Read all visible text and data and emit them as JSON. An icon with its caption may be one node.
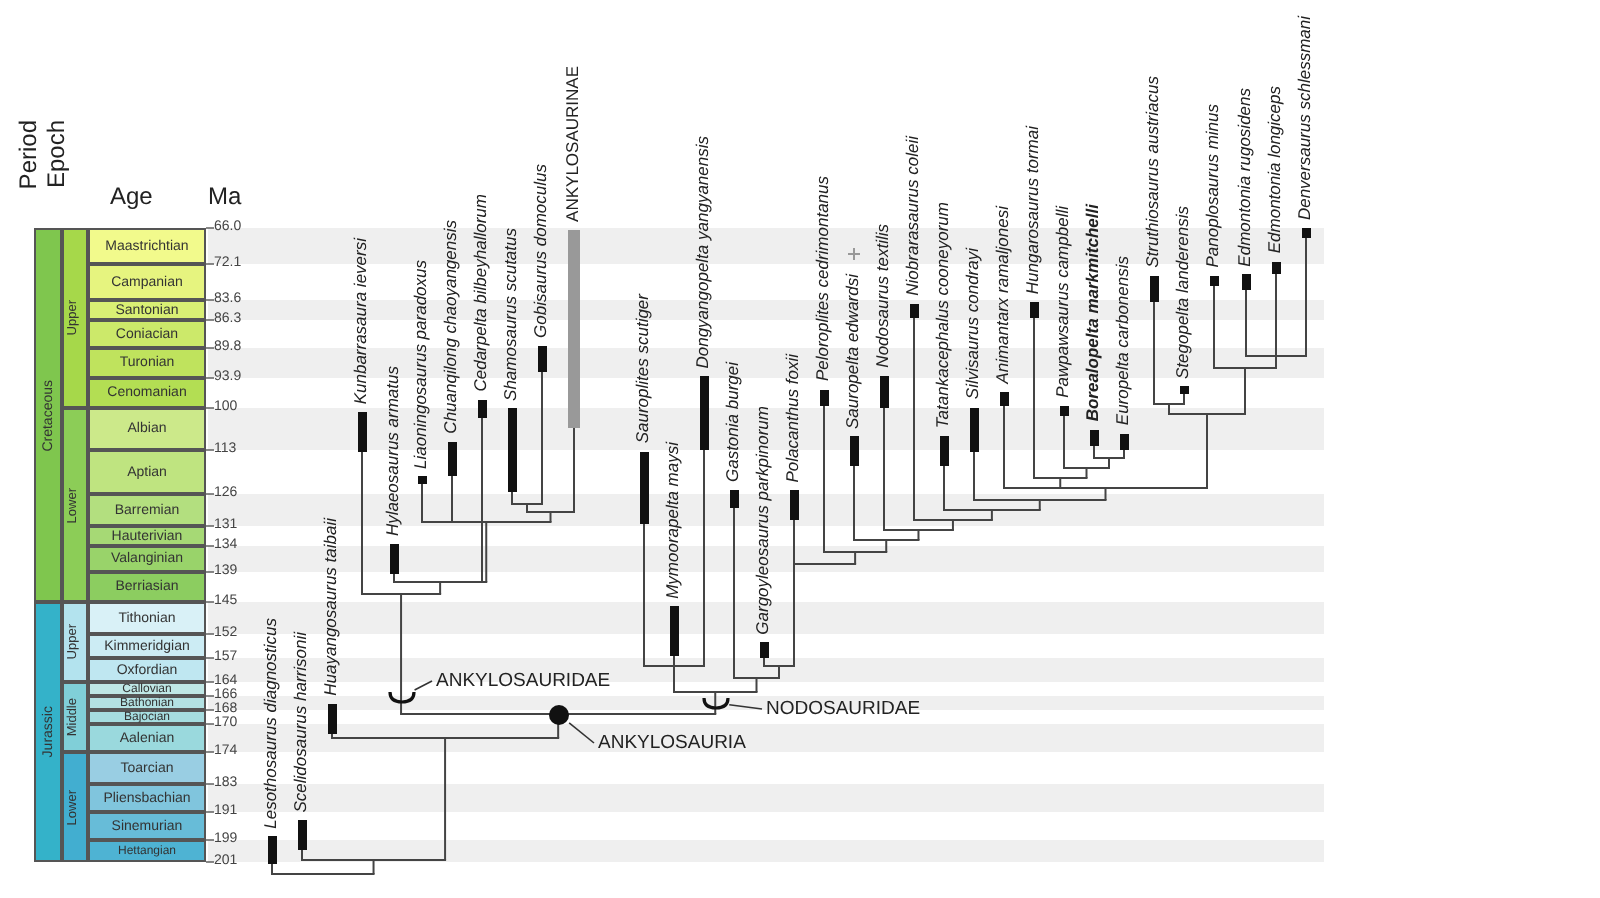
{
  "diagram": {
    "nodes": [
      {
        "text": [
          "ANKYLOSAURIDAE"
        ]
      },
      {
        "text": [],
        "shape": "bracket"
      },
      {
        "text": [
          "NODOSAURIDAE"
        ]
      },
      {
        "text": [],
        "shape": "bracket"
      },
      {
        "text": [
          "ANKYLOSAURIA"
        ]
      },
      {
        "text": [],
        "shape": "circle"
      }
    ],
    "edges": [
      {
        "from": 0,
        "to": 1,
        "arrow": "none"
      },
      {
        "from": 2,
        "to": 3,
        "arrow": "none"
      },
      {
        "from": 4,
        "to": 5,
        "arrow": "none"
      }
    ],
    "labels": [
      "Period",
      "Epoch",
      "Age",
      "Ma",
      "Cretaceous",
      "Jurassic",
      "Upper",
      "Lower",
      "Upper",
      "Middle",
      "Lower",
      "Maastrichtian",
      "Campanian",
      "Santonian",
      "Coniacian",
      "Turonian",
      "Cenomanian",
      "Albian",
      "Aptian",
      "Barremian",
      "Hauterivian",
      "Valanginian",
      "Berriasian",
      "Tithonian",
      "Kimmeridgian",
      "Oxfordian",
      "Callovian",
      "Bathonian",
      "Bajocian",
      "Aalenian",
      "Toarcian",
      "Pliensbachian",
      "Sinemurian",
      "Hettangian",
      "66.0",
      "72.1",
      "83.6",
      "86.3",
      "89.8",
      "93.9",
      "100",
      "113",
      "126",
      "131",
      "134",
      "139",
      "145",
      "152",
      "157",
      "164",
      "166",
      "168",
      "170",
      "174",
      "183",
      "191",
      "199",
      "201",
      "Lesothosaurus diagnosticus",
      "Scelidosaurus harrisonii",
      "Huayangosaurus taibaii",
      "Kunbarrasaura ieversi",
      "Hylaeosaurus armatus",
      "Liaoningosaurus paradoxus",
      "Chuanqilong chaoyangensis",
      "Cedarpelta bilbeyhallorum",
      "Shamosaurus scutatus",
      "Gobisaurus domoculus",
      "ANKYLOSAURINAE",
      "Sauroplites scutiger",
      "Mymoorapelta maysi",
      "Dongyangopelta yangyanensis",
      "Gastonia burgei",
      "Gargoyleosaurus parkpinorum",
      "Polacanthus foxii",
      "Peloroplites cedrimontanus",
      "Sauropelta edwardsi",
      "Nodosaurus textilis",
      "Niobrarasaurus coleii",
      "Tatankacephalus cooneyorum",
      "Silvisaurus condrayi",
      "Animantarx ramaljonesi",
      "Hungarosaurus tormai",
      "Pawpawsaurus campbelli",
      "Borealopelta markmitchelli",
      "Europelta carbonensis",
      "Struthiosaurus austriacus",
      "Stegopelta landerensis",
      "Panoplosaurus minus",
      "Edmontonia rugosidens",
      "Edmontonia longiceps",
      "Denversaurus schlessmani"
    ]
  }
}
